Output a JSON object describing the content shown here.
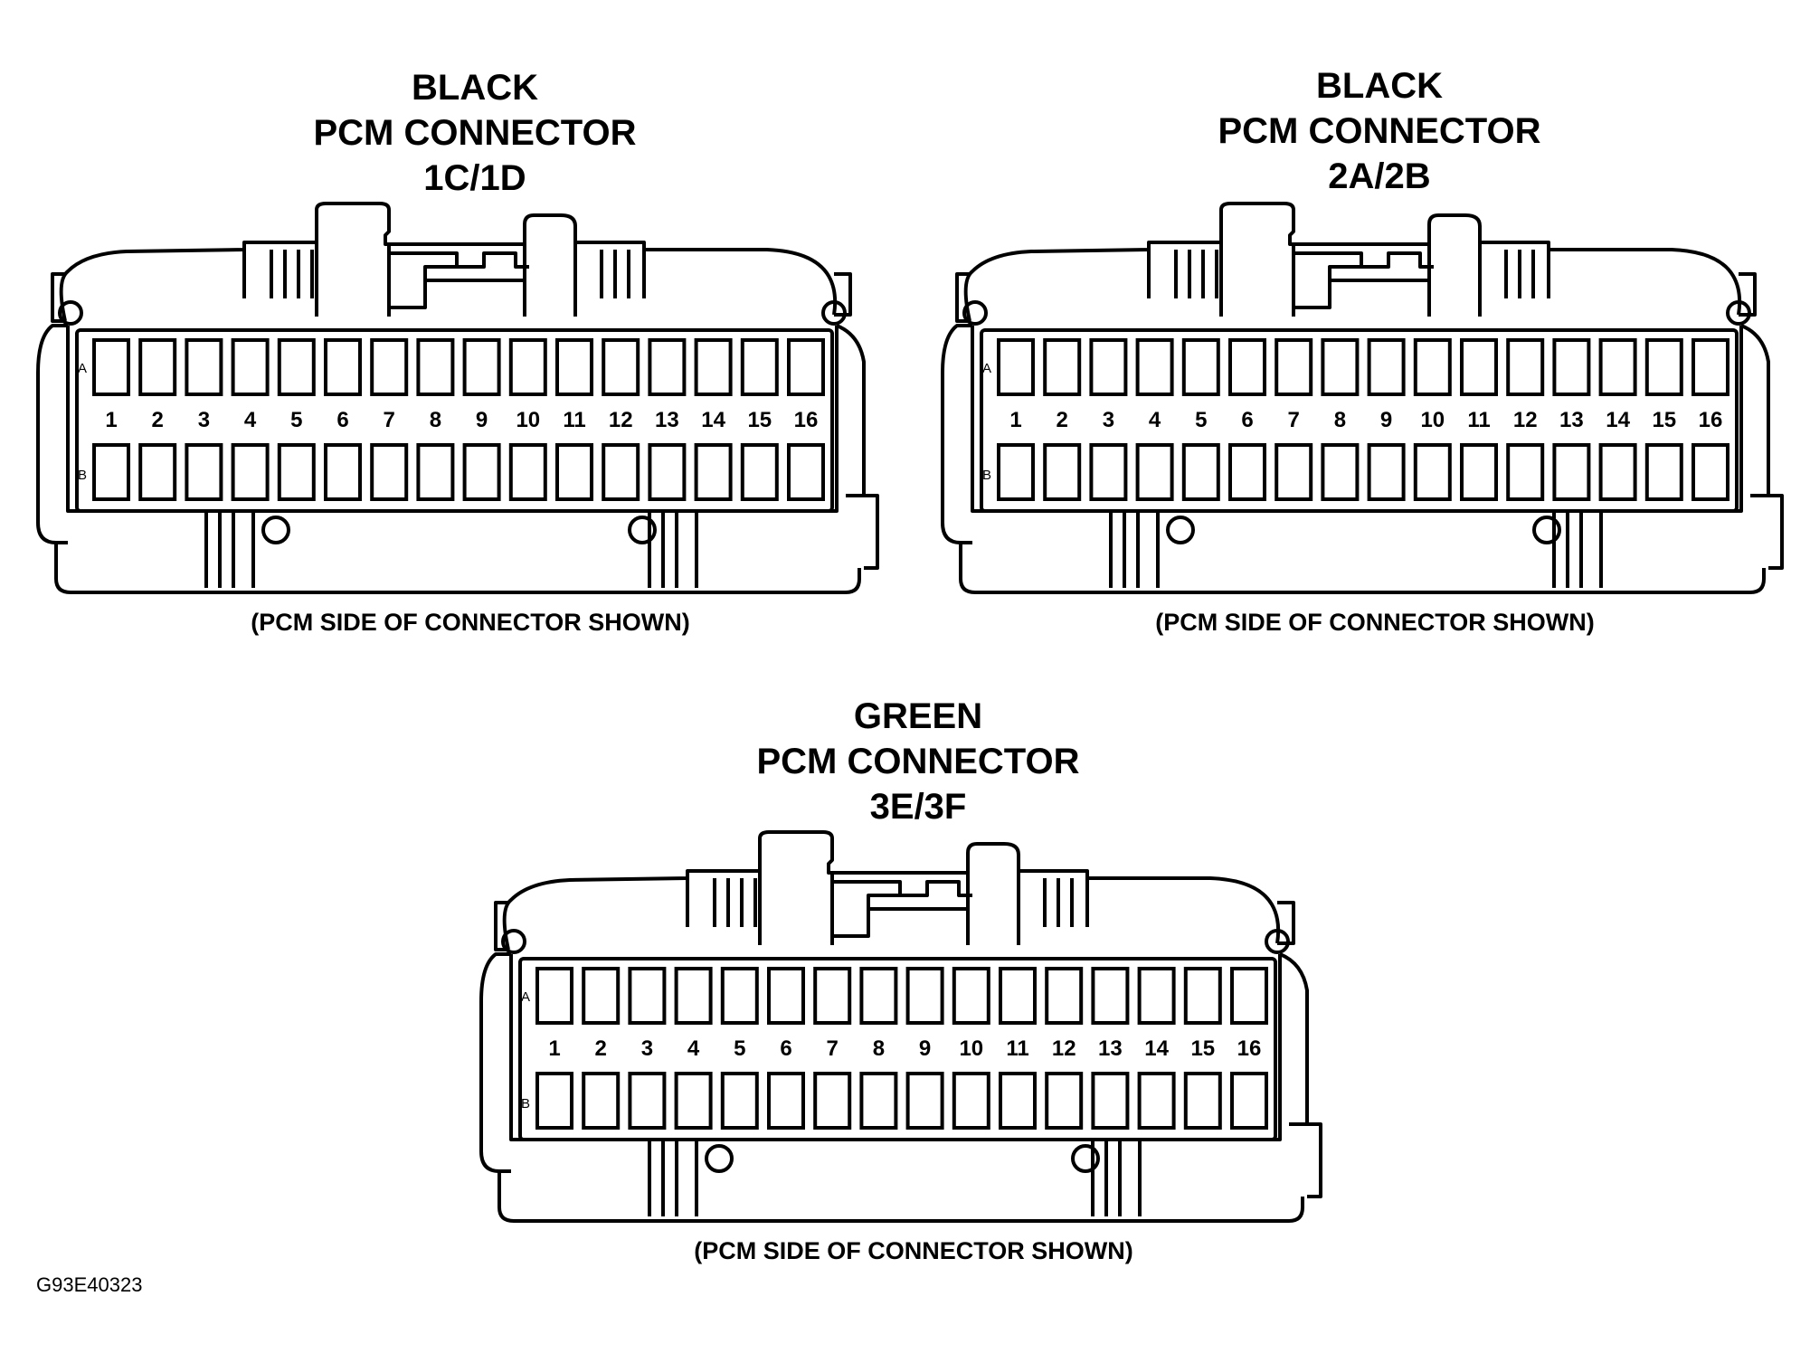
{
  "connectors": [
    {
      "title_lines": [
        "BLACK",
        "PCM CONNECTOR",
        "1C/1D"
      ],
      "caption": "(PCM SIDE OF CONNECTOR SHOWN)",
      "row_labels": [
        "A",
        "B"
      ],
      "pins_per_row": 16,
      "pin_numbers": [
        "1",
        "2",
        "3",
        "4",
        "5",
        "6",
        "7",
        "8",
        "9",
        "10",
        "11",
        "12",
        "13",
        "14",
        "15",
        "16"
      ]
    },
    {
      "title_lines": [
        "BLACK",
        "PCM CONNECTOR",
        "2A/2B"
      ],
      "caption": "(PCM SIDE OF CONNECTOR SHOWN)",
      "row_labels": [
        "A",
        "B"
      ],
      "pins_per_row": 16,
      "pin_numbers": [
        "1",
        "2",
        "3",
        "4",
        "5",
        "6",
        "7",
        "8",
        "9",
        "10",
        "11",
        "12",
        "13",
        "14",
        "15",
        "16"
      ]
    },
    {
      "title_lines": [
        "GREEN",
        "PCM CONNECTOR",
        "3E/3F"
      ],
      "caption": "(PCM SIDE OF CONNECTOR SHOWN)",
      "row_labels": [
        "A",
        "B"
      ],
      "pins_per_row": 16,
      "pin_numbers": [
        "1",
        "2",
        "3",
        "4",
        "5",
        "6",
        "7",
        "8",
        "9",
        "10",
        "11",
        "12",
        "13",
        "14",
        "15",
        "16"
      ]
    }
  ],
  "figure_id": "G93E40323"
}
